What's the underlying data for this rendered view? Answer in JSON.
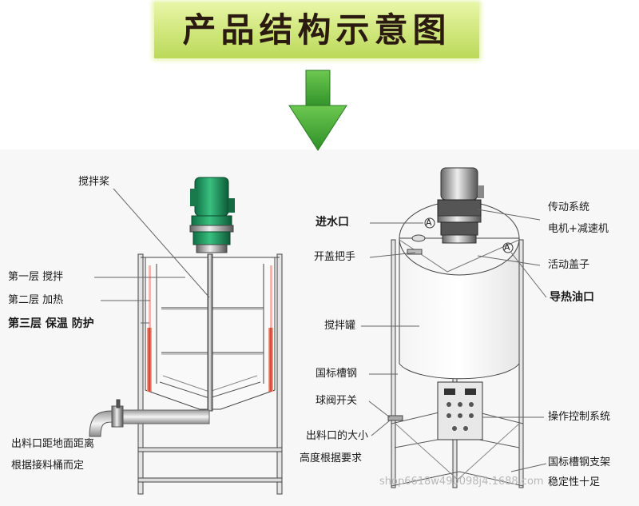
{
  "title": "产品结构示意图",
  "left": {
    "stirring_paddle": "搅拌桨",
    "layer1": "第一层  搅拌",
    "layer2": "第二层  加热",
    "layer3": "第三层  保温  防护",
    "outlet_line1": "出料口距地面距离",
    "outlet_line2": "根据接料桶而定"
  },
  "right": {
    "water_inlet": "进水口",
    "lid_handle": "开盖把手",
    "tank": "搅拌罐",
    "channel_steel": "国标槽钢",
    "ball_valve": "球阀开关",
    "outlet_size1": "出料口的大小",
    "outlet_size2": "高度根据要求",
    "drive_system": "传动系统",
    "motor_reducer": "电机+减速机",
    "movable_lid": "活动盖子",
    "oil_port": "导热油口",
    "control_system": "操作控制系统",
    "bracket_line1": "国标槽钢支架",
    "bracket_line2": "稳定性十足"
  },
  "markers": {
    "a1": "A",
    "a2": "A"
  },
  "watermark": "shop6618w490098j4.1688.com",
  "colors": {
    "arrow": "#2e9a2a",
    "motor": "#1f9a62",
    "heating": "#cc3a28",
    "banner": "#cfe67a"
  }
}
